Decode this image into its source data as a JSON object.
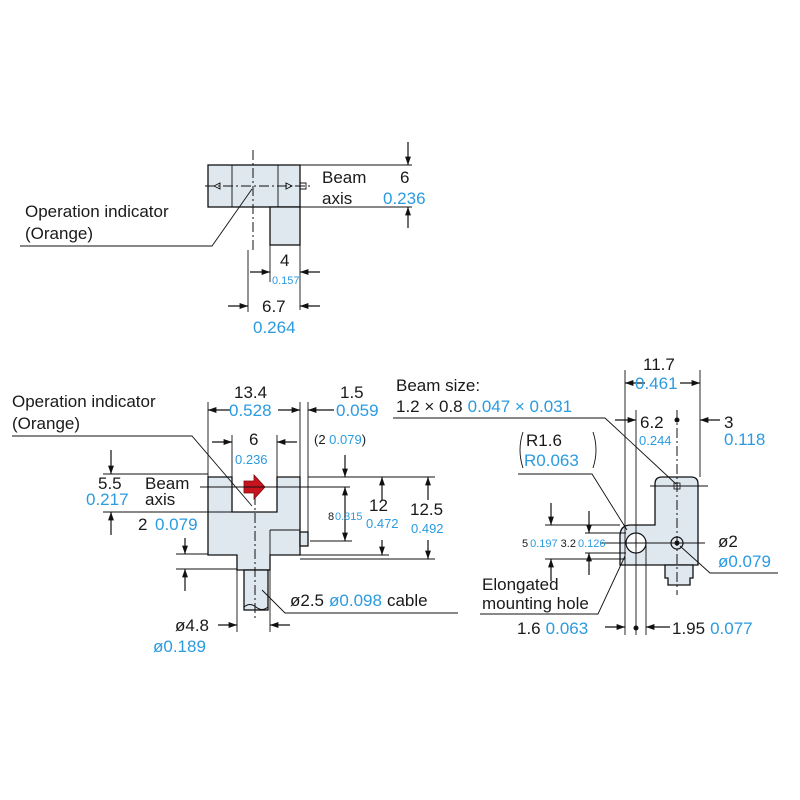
{
  "top_view": {
    "operation_indicator": "Operation indicator",
    "operation_indicator_color": "(Orange)",
    "beam": "Beam",
    "axis": "axis",
    "dim_6_mm": "6",
    "dim_6_in": "0.236",
    "dim_4_mm": "4",
    "dim_4_in": "0.157",
    "dim_6_7_mm": "6.7",
    "dim_6_7_in": "0.264"
  },
  "front_view": {
    "operation_indicator": "Operation indicator",
    "operation_indicator_color": "(Orange)",
    "dim_13_4_mm": "13.4",
    "dim_13_4_in": "0.528",
    "dim_1_5_mm": "1.5",
    "dim_1_5_in": "0.059",
    "dim_6_mm": "6",
    "dim_6_in": "0.236",
    "dim_2_paren": "(2 ",
    "dim_2_paren_in": "0.079",
    "dim_2_paren_close": ")",
    "dim_5_5_mm": "5.5",
    "dim_5_5_in": "0.217",
    "beam": "Beam",
    "axis": "axis",
    "dim_2_mm": "2",
    "dim_2_in": "0.079",
    "dim_8_mm": "8",
    "dim_8_in": "0.315",
    "dim_12_mm": "12",
    "dim_12_in": "0.472",
    "dim_12_5_mm": "12.5",
    "dim_12_5_in": "0.492",
    "cable_mm": "ø2.5",
    "cable_in": "ø0.098",
    "cable_label": "cable",
    "dim_4_8_mm": "ø4.8",
    "dim_4_8_in": "ø0.189",
    "indicator_color": "#c8141e"
  },
  "side_view": {
    "beam_size_label": "Beam size:",
    "beam_size_mm": "1.2 × 0.8",
    "beam_size_in": "0.047 × 0.031",
    "dim_11_7_mm": "11.7",
    "dim_11_7_in": "0.461",
    "dim_6_2_mm": "6.2",
    "dim_6_2_in": "0.244",
    "dim_3_mm": "3",
    "dim_3_in": "0.118",
    "r_mm": "R1.6",
    "r_in": "R0.063",
    "dim_5_mm": "5",
    "dim_5_in": "0.197",
    "dim_3_2_mm": "3.2",
    "dim_3_2_in": "0.126",
    "hole_mm": "ø2",
    "hole_in": "ø0.079",
    "elongated_1": "Elongated",
    "elongated_2": "mounting hole",
    "dim_1_6_mm": "1.6",
    "dim_1_6_in": "0.063",
    "dim_1_95_mm": "1.95",
    "dim_1_95_in": "0.077"
  },
  "colors": {
    "body_fill": "#dfe7ef",
    "inch_text": "#2b9be0"
  }
}
